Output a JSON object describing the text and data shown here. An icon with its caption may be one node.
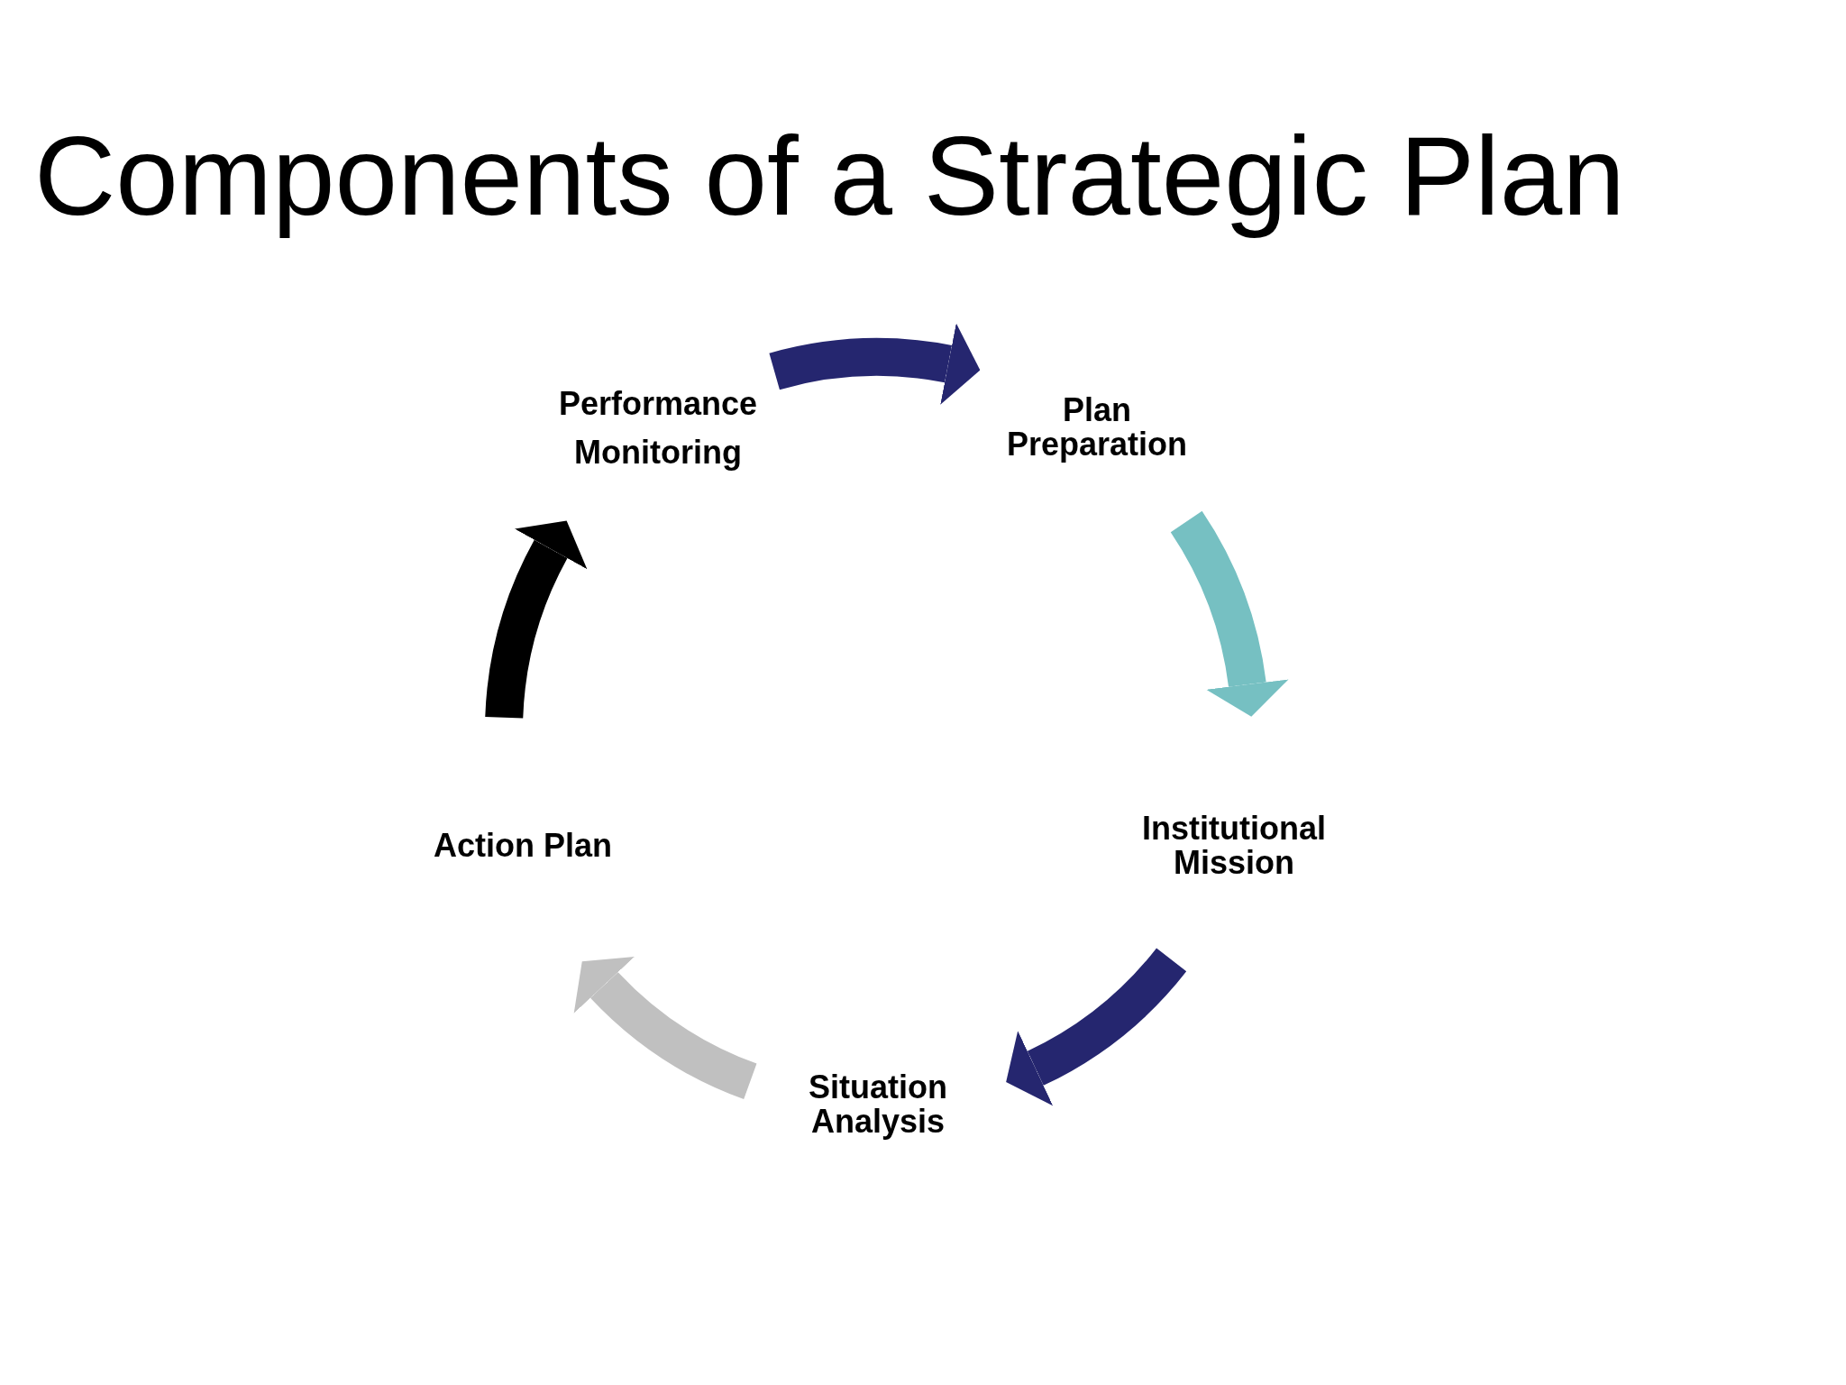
{
  "diagram": {
    "title": "Components of a Strategic Plan",
    "nodes": [
      {
        "text": [
          "Performance Monitoring"
        ]
      },
      {
        "text": [
          "Plan Preparation"
        ]
      },
      {
        "text": [
          "Institutional Mission"
        ]
      },
      {
        "text": [
          "Situation Analysis"
        ]
      },
      {
        "text": [
          "Action Plan"
        ]
      }
    ],
    "edges": [
      {
        "from": 0,
        "to": 1,
        "arrow": "to",
        "color": "#25266f"
      },
      {
        "from": 1,
        "to": 2,
        "arrow": "to",
        "color": "#76c0c2"
      },
      {
        "from": 2,
        "to": 3,
        "arrow": "to",
        "color": "#25266f"
      },
      {
        "from": 3,
        "to": 4,
        "arrow": "to",
        "color": "#c0c0c0"
      },
      {
        "from": 4,
        "to": 0,
        "arrow": "to",
        "color": "#000000"
      }
    ]
  }
}
